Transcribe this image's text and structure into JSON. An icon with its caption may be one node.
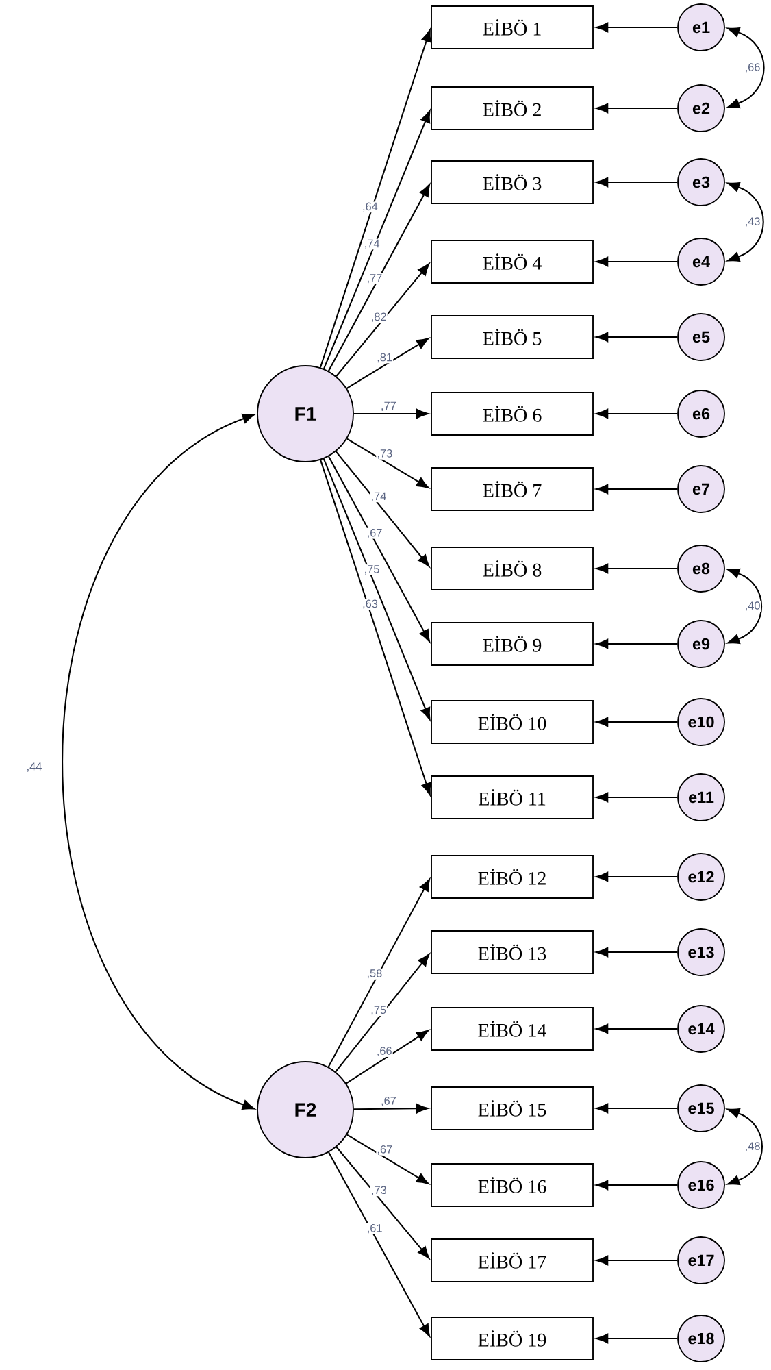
{
  "diagram": {
    "nodes": [
      {
        "text": [
          "F1"
        ]
      },
      {
        "text": [
          "F2"
        ]
      },
      {
        "text": [
          "EİBÖ 1"
        ]
      },
      {
        "text": [
          "EİBÖ 2"
        ]
      },
      {
        "text": [
          "EİBÖ 3"
        ]
      },
      {
        "text": [
          "EİBÖ 4"
        ]
      },
      {
        "text": [
          "EİBÖ 5"
        ]
      },
      {
        "text": [
          "EİBÖ 6"
        ]
      },
      {
        "text": [
          "EİBÖ 7"
        ]
      },
      {
        "text": [
          "EİBÖ 8"
        ]
      },
      {
        "text": [
          "EİBÖ 9"
        ]
      },
      {
        "text": [
          "EİBÖ 10"
        ]
      },
      {
        "text": [
          "EİBÖ 11"
        ]
      },
      {
        "text": [
          "EİBÖ 12"
        ]
      },
      {
        "text": [
          "EİBÖ 13"
        ]
      },
      {
        "text": [
          "EİBÖ 14"
        ]
      },
      {
        "text": [
          "EİBÖ 15"
        ]
      },
      {
        "text": [
          "EİBÖ 16"
        ]
      },
      {
        "text": [
          "EİBÖ 17"
        ]
      },
      {
        "text": [
          "EİBÖ 19"
        ]
      },
      {
        "text": [
          "e1"
        ]
      },
      {
        "text": [
          "e2"
        ]
      },
      {
        "text": [
          "e3"
        ]
      },
      {
        "text": [
          "e4"
        ]
      },
      {
        "text": [
          "e5"
        ]
      },
      {
        "text": [
          "e6"
        ]
      },
      {
        "text": [
          "e7"
        ]
      },
      {
        "text": [
          "e8"
        ]
      },
      {
        "text": [
          "e9"
        ]
      },
      {
        "text": [
          "e10"
        ]
      },
      {
        "text": [
          "e11"
        ]
      },
      {
        "text": [
          "e12"
        ]
      },
      {
        "text": [
          "e13"
        ]
      },
      {
        "text": [
          "e14"
        ]
      },
      {
        "text": [
          "e15"
        ]
      },
      {
        "text": [
          "e16"
        ]
      },
      {
        "text": [
          "e17"
        ]
      },
      {
        "text": [
          "e18"
        ]
      }
    ],
    "edges": [
      {
        "from": 0,
        "to": 2,
        "arrow": "to",
        "label": ",64"
      },
      {
        "from": 0,
        "to": 3,
        "arrow": "to",
        "label": ",74"
      },
      {
        "from": 0,
        "to": 4,
        "arrow": "to",
        "label": ",77"
      },
      {
        "from": 0,
        "to": 5,
        "arrow": "to",
        "label": ",82"
      },
      {
        "from": 0,
        "to": 6,
        "arrow": "to",
        "label": ",81"
      },
      {
        "from": 0,
        "to": 7,
        "arrow": "to",
        "label": ",77"
      },
      {
        "from": 0,
        "to": 8,
        "arrow": "to",
        "label": ",73"
      },
      {
        "from": 0,
        "to": 9,
        "arrow": "to",
        "label": ",74"
      },
      {
        "from": 0,
        "to": 10,
        "arrow": "to",
        "label": ",67"
      },
      {
        "from": 0,
        "to": 11,
        "arrow": "to",
        "label": ",75"
      },
      {
        "from": 0,
        "to": 12,
        "arrow": "to",
        "label": ",63"
      },
      {
        "from": 1,
        "to": 13,
        "arrow": "to",
        "label": ",58"
      },
      {
        "from": 1,
        "to": 14,
        "arrow": "to",
        "label": ",75"
      },
      {
        "from": 1,
        "to": 15,
        "arrow": "to",
        "label": ",66"
      },
      {
        "from": 1,
        "to": 16,
        "arrow": "to",
        "label": ",67"
      },
      {
        "from": 1,
        "to": 17,
        "arrow": "to",
        "label": ",67"
      },
      {
        "from": 1,
        "to": 18,
        "arrow": "to",
        "label": ",73"
      },
      {
        "from": 1,
        "to": 19,
        "arrow": "to",
        "label": ",61"
      },
      {
        "from": 20,
        "to": 2,
        "arrow": "to"
      },
      {
        "from": 21,
        "to": 3,
        "arrow": "to"
      },
      {
        "from": 22,
        "to": 4,
        "arrow": "to"
      },
      {
        "from": 23,
        "to": 5,
        "arrow": "to"
      },
      {
        "from": 24,
        "to": 6,
        "arrow": "to"
      },
      {
        "from": 25,
        "to": 7,
        "arrow": "to"
      },
      {
        "from": 26,
        "to": 8,
        "arrow": "to"
      },
      {
        "from": 27,
        "to": 9,
        "arrow": "to"
      },
      {
        "from": 28,
        "to": 10,
        "arrow": "to"
      },
      {
        "from": 29,
        "to": 11,
        "arrow": "to"
      },
      {
        "from": 30,
        "to": 12,
        "arrow": "to"
      },
      {
        "from": 31,
        "to": 13,
        "arrow": "to"
      },
      {
        "from": 32,
        "to": 14,
        "arrow": "to"
      },
      {
        "from": 33,
        "to": 15,
        "arrow": "to"
      },
      {
        "from": 34,
        "to": 16,
        "arrow": "to"
      },
      {
        "from": 35,
        "to": 17,
        "arrow": "to"
      },
      {
        "from": 36,
        "to": 18,
        "arrow": "to"
      },
      {
        "from": 37,
        "to": 19,
        "arrow": "to"
      },
      {
        "from": 20,
        "to": 21,
        "arrow": "both",
        "label": ",66"
      },
      {
        "from": 22,
        "to": 23,
        "arrow": "both",
        "label": ",43"
      },
      {
        "from": 27,
        "to": 28,
        "arrow": "both",
        "label": ",40"
      },
      {
        "from": 34,
        "to": 35,
        "arrow": "both",
        "label": ",48"
      },
      {
        "from": 0,
        "to": 1,
        "arrow": "both",
        "label": ",44"
      }
    ]
  }
}
